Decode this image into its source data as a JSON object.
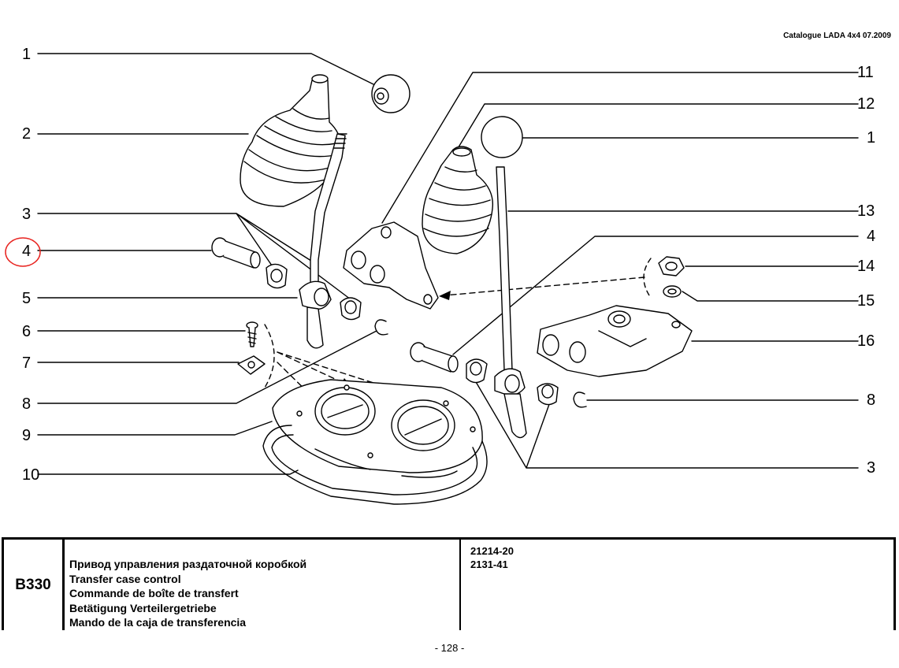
{
  "header": {
    "catalogue": "Catalogue LADA 4x4 07.2009"
  },
  "callouts_left": [
    "1",
    "2",
    "3",
    "4",
    "5",
    "6",
    "7",
    "8",
    "9",
    "10"
  ],
  "callouts_right": [
    "11",
    "12",
    "1",
    "13",
    "4",
    "14",
    "15",
    "16",
    "8",
    "3"
  ],
  "highlight_color": "#e8231f",
  "title_block": {
    "code": "B330",
    "descriptions": [
      "Привод управления раздаточной коробкой",
      "Transfer case control",
      "Commande de boîte de transfert",
      "Betätigung Verteilergetriebe",
      "Mando de la caja de transferencia"
    ],
    "models": [
      "21214-20",
      "2131-41"
    ]
  },
  "page_number": "- 128 -"
}
